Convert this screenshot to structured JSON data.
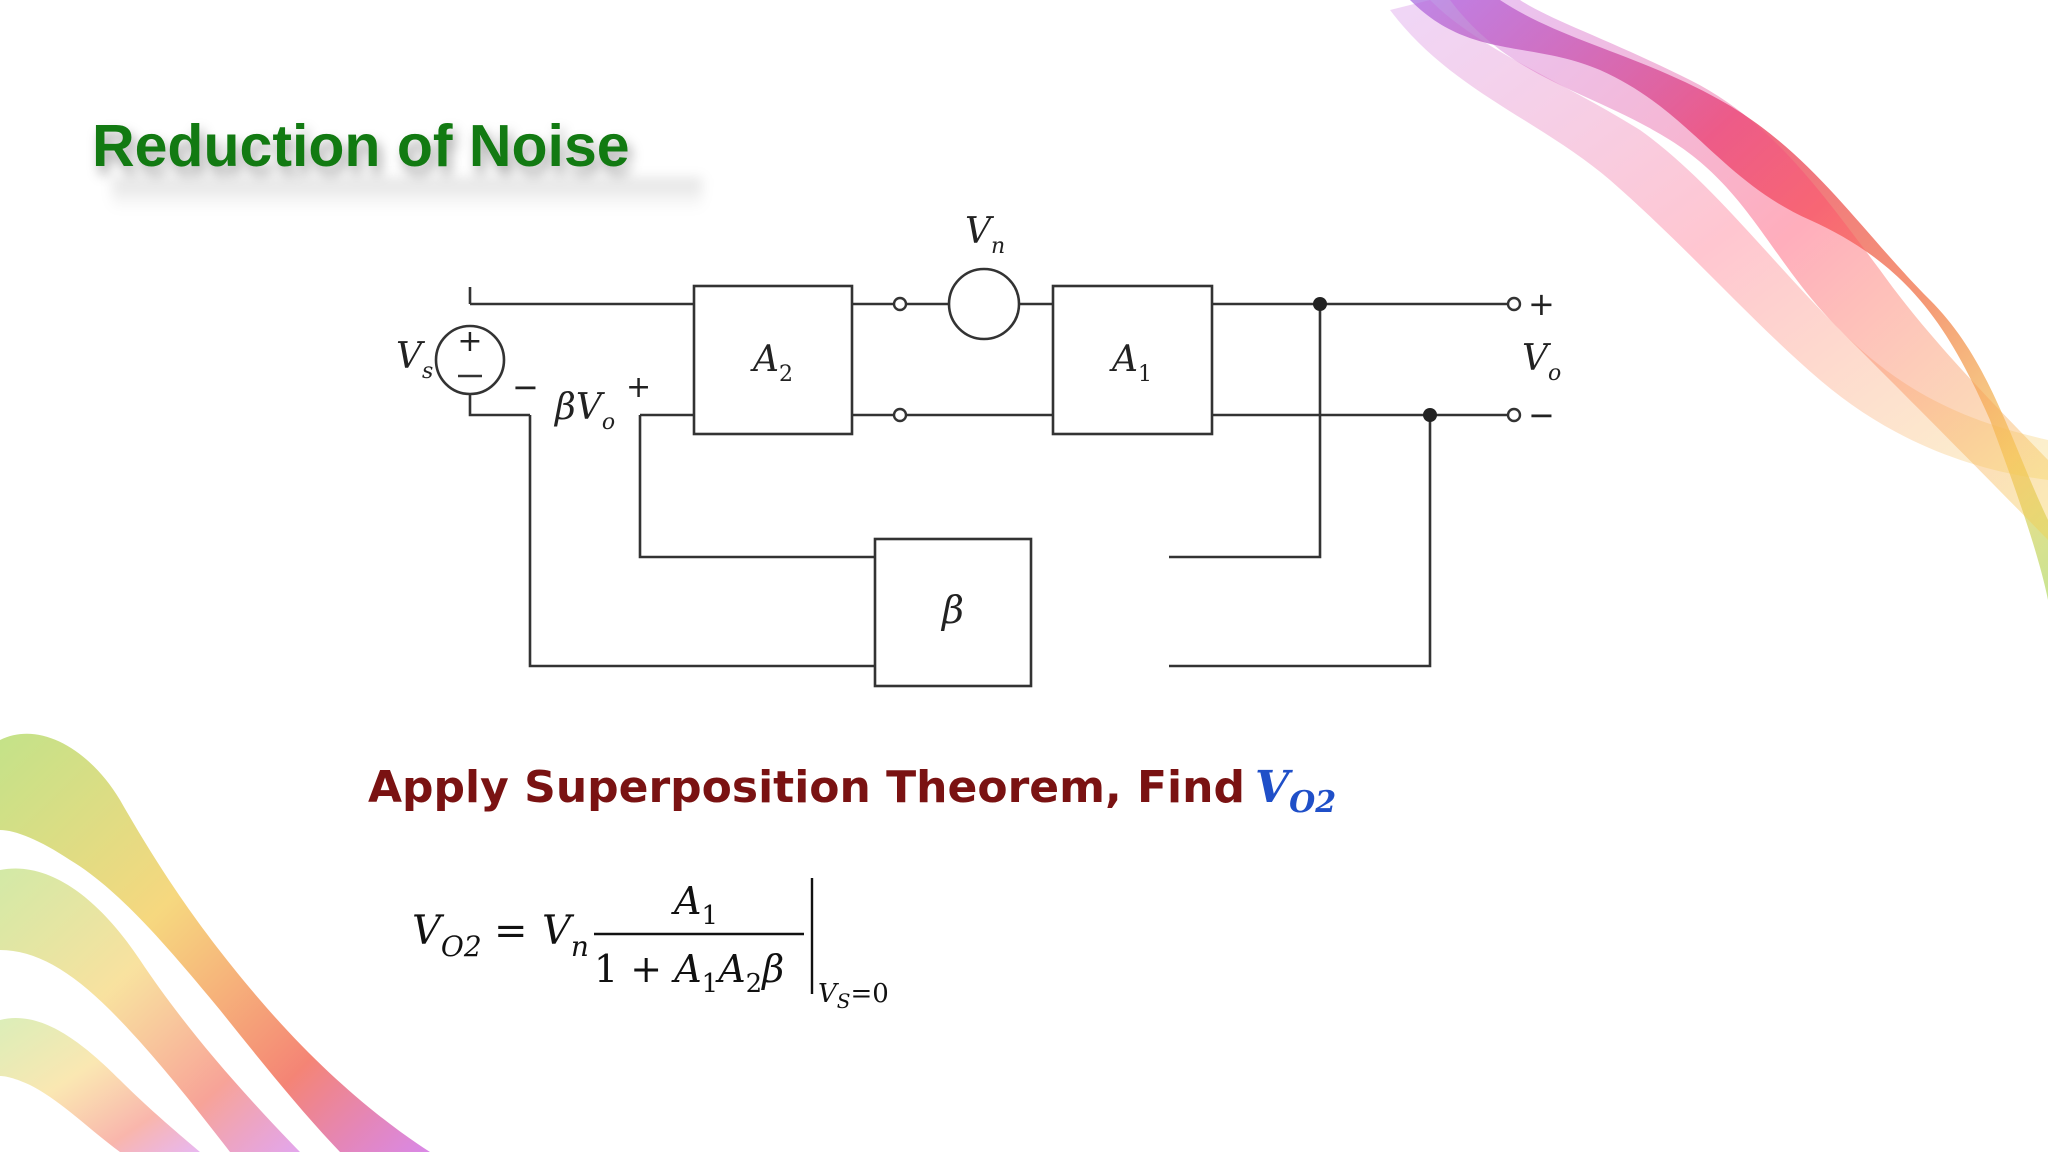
{
  "slide": {
    "title": "Reduction of Noise",
    "question": {
      "text": "Apply Superposition Theorem, Find",
      "variable": "V",
      "variable_subscript": "O2"
    }
  },
  "diagram": {
    "noise_source_label": "V",
    "noise_source_subscript": "n",
    "input_source_label": "V",
    "input_source_subscript": "s",
    "block_a2_label": "A",
    "block_a2_subscript": "2",
    "block_a1_label": "A",
    "block_a1_subscript": "1",
    "block_beta_label": "β",
    "feedback_label": "βV",
    "feedback_subscript": "o",
    "output_label": "V",
    "output_subscript": "o",
    "plus_sign": "+",
    "minus_sign": "−"
  },
  "formula": {
    "lhs_var": "V",
    "lhs_sub": "O2",
    "equals": "=",
    "factor_var": "V",
    "factor_sub": "n",
    "numerator_var": "A",
    "numerator_sub": "1",
    "denominator_text": "1 + ",
    "denominator_a1": "A",
    "denominator_a1_sub": "1",
    "denominator_a2": "A",
    "denominator_a2_sub": "2",
    "denominator_beta": "β",
    "condition_var": "V",
    "condition_sub": "S",
    "condition_rest": "=0"
  },
  "colors": {
    "title": "#127a12",
    "question": "#7a1212",
    "variable": "#1f4fc8"
  }
}
